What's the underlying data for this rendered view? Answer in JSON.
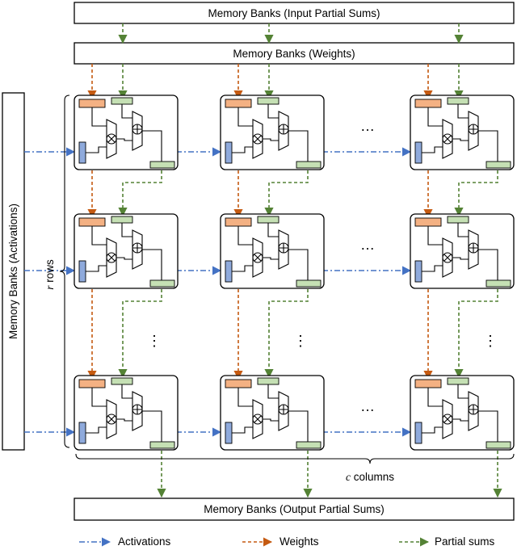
{
  "banks": {
    "input_partial_sums": "Memory Banks (Input Partial Sums)",
    "weights": "Memory Banks (Weights)",
    "activations": "Memory Banks (Activations)",
    "output_partial_sums": "Memory Banks (Output Partial Sums)"
  },
  "dims": {
    "rows_var": "r",
    "rows_word": "rows",
    "cols_var": "c",
    "cols_word": "columns"
  },
  "legend": {
    "activations": "Activations",
    "weights": "Weights",
    "partial_sums": "Partial sums"
  },
  "ellipsis": "…",
  "vdots": "⋮",
  "colors": {
    "activations": "#4472c4",
    "weights": "#c55a11",
    "partial_sums": "#548235",
    "weight_reg": "#f4b183",
    "psum_reg": "#c5e0b4",
    "act_reg": "#8faadc"
  },
  "grid": {
    "rows_shown": 3,
    "cols_shown": 3
  }
}
